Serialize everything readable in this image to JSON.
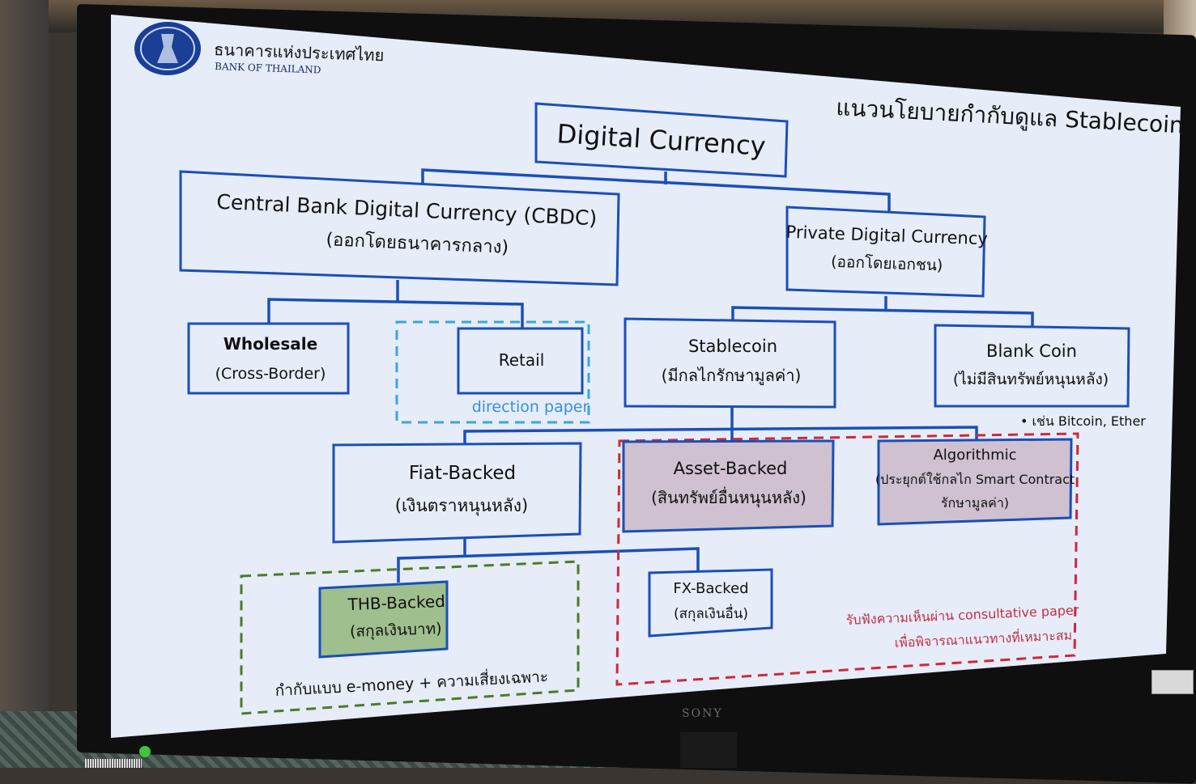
{
  "bank": {
    "name_th": "ธนาคารแห่งประเทศไทย",
    "name_en": "BANK OF THAILAND"
  },
  "slide_title": "แนวนโยบายกำกับดูแล Stablecoin",
  "monitor_brand": "SONY",
  "nodes": {
    "digital_currency": "Digital Currency",
    "cbdc_title": "Central Bank Digital Currency (CBDC)",
    "cbdc_sub": "(ออกโดยธนาคารกลาง)",
    "private_title": "Private Digital Currency",
    "private_sub": "(ออกโดยเอกชน)",
    "wholesale_title": "Wholesale",
    "wholesale_sub": "(Cross-Border)",
    "retail_title": "Retail",
    "retail_note": "direction paper",
    "stablecoin_title": "Stablecoin",
    "stablecoin_sub": "(มีกลไกรักษามูลค่า)",
    "blank_title": "Blank Coin",
    "blank_sub": "(ไม่มีสินทรัพย์หนุนหลัง)",
    "blank_note": "• เช่น Bitcoin, Ether",
    "fiat_title": "Fiat-Backed",
    "fiat_sub": "(เงินตราหนุนหลัง)",
    "asset_title": "Asset-Backed",
    "asset_sub": "(สินทรัพย์อื่นหนุนหลัง)",
    "algo_title": "Algorithmic",
    "algo_sub1": "(ประยุกต์ใช้กลไก Smart Contract",
    "algo_sub2": "รักษามูลค่า)",
    "thb_title": "THB-Backed",
    "thb_sub": "(สกุลเงินบาท)",
    "fx_title": "FX-Backed",
    "fx_sub": "(สกุลเงินอื่น)",
    "green_note": "กำกับแบบ e-money + ความเสี่ยงเฉพาะ",
    "red_note1": "รับฟังความเห็นผ่าน consultative paper",
    "red_note2": "เพื่อพิจารณาแนวทางที่เหมาะสม"
  },
  "colors": {
    "slide_bg": "#e6ecf8",
    "box_border": "#1a4fb8",
    "shaded_box": "#cfc1d0",
    "thb_fill": "#9fbf8e",
    "dash_blue": "#3aa5e0",
    "dash_red": "#cc2a3a",
    "dash_green": "#4c7a2a",
    "note_red": "#c03044"
  }
}
